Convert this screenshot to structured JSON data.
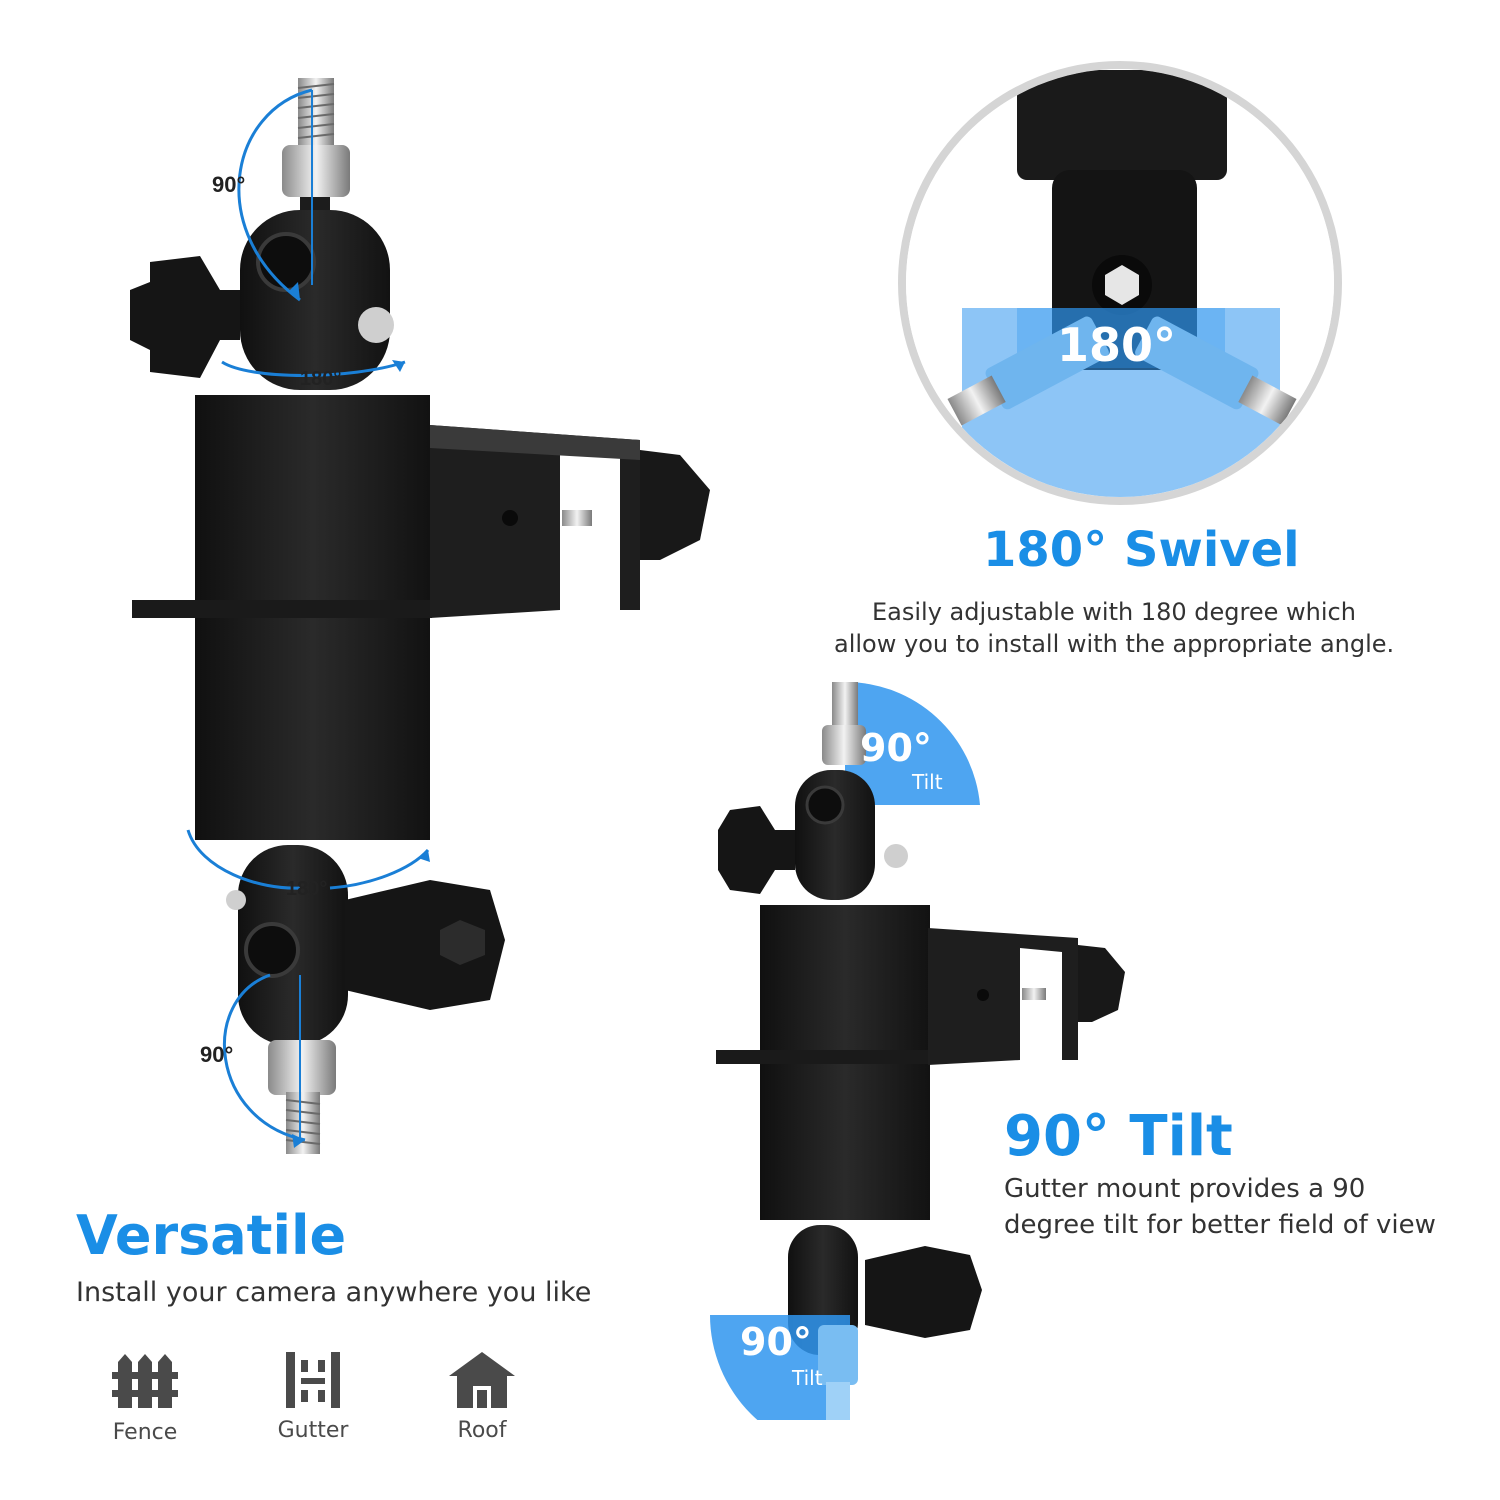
{
  "colors": {
    "accent": "#1a8ee6",
    "mount": "#1c1c1c",
    "overlay": "#2f95ee",
    "text": "#333333"
  },
  "swivel": {
    "title": "180° Swivel",
    "description_line1": "Easily adjustable with 180 degree which",
    "description_line2": "allow you to install with the appropriate angle.",
    "badge": "180°"
  },
  "tilt": {
    "title": "90° Tilt",
    "description_line1": "Gutter mount provides a 90",
    "description_line2": "degree tilt for better field of view",
    "top_badge": "90°",
    "top_badge_sub": "Tilt",
    "bottom_badge": "90°",
    "bottom_badge_sub": "Tilt"
  },
  "versatile": {
    "title": "Versatile",
    "description": "Install your camera anywhere you like",
    "icons": [
      {
        "icon": "fence-icon",
        "label": "Fence"
      },
      {
        "icon": "gutter-icon",
        "label": "Gutter"
      },
      {
        "icon": "roof-icon",
        "label": "Roof"
      }
    ]
  },
  "main_mount": {
    "top_tilt": "90°",
    "top_swivel": "180°",
    "bottom_swivel": "180°",
    "bottom_tilt": "90°"
  }
}
